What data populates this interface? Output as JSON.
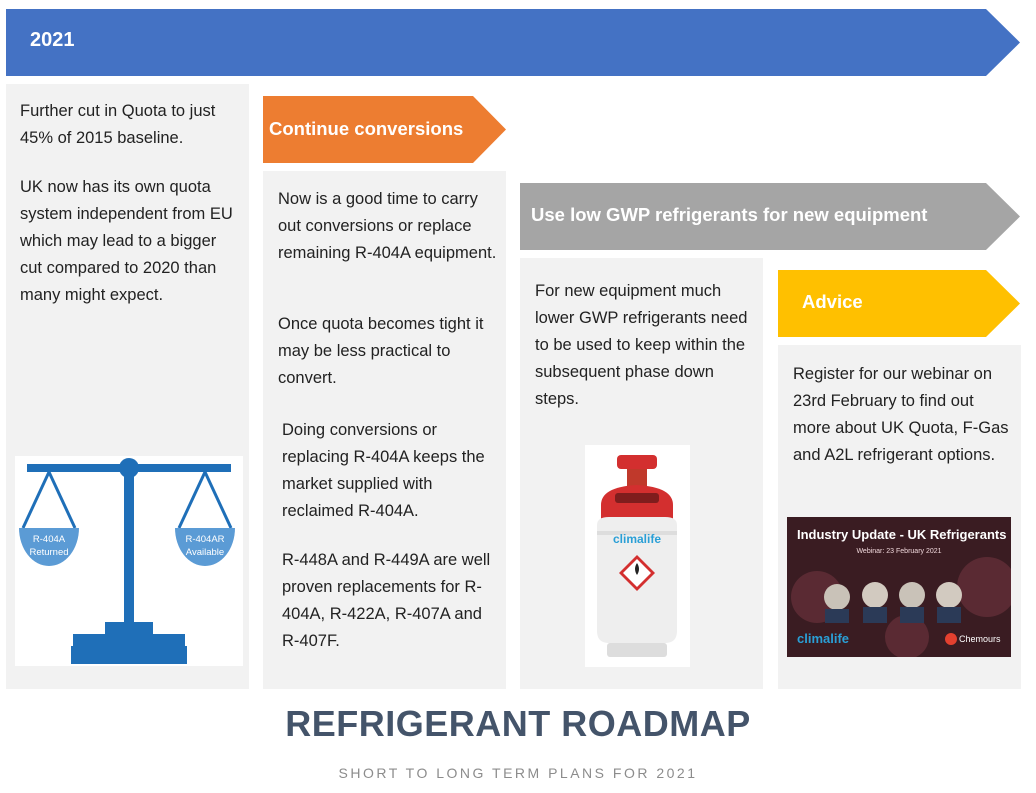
{
  "year_banner": {
    "label": "2021",
    "color": "#4472c4"
  },
  "column1": {
    "paragraphs": [
      "Further cut in Quota to just 45% of 2015 baseline.",
      "UK now has its own quota system independent from EU which may lead to a bigger cut compared to 2020 than many might expect."
    ],
    "scale": {
      "left_pan": [
        "R-404A",
        "Returned"
      ],
      "right_pan": [
        "R-404AR",
        "Available"
      ],
      "color": "#1f6fb8",
      "pan_color": "#5b9bd5"
    }
  },
  "column2": {
    "heading": "Continue conversions",
    "heading_color": "#ed7d31",
    "paragraphs": [
      "Now is a good time to carry out conversions or replace remaining R-404A equipment.",
      "Once quota becomes tight it may be less practical to convert.",
      "Doing conversions or replacing R-404A keeps the market supplied with reclaimed R-404A.",
      "R-448A and R-449A are well proven replacements for R-404A, R-422A, R-407A and R-407F."
    ]
  },
  "column3": {
    "heading": "Use low GWP refrigerants for new equipment",
    "heading_color": "#a5a5a5",
    "paragraphs": [
      "For new equipment much lower GWP refrigerants need to be used to keep within the subsequent phase down steps."
    ],
    "cylinder_brand": "climalife",
    "cylinder_color": "#d32f2f"
  },
  "column4": {
    "heading": "Advice",
    "heading_color": "#ffc000",
    "paragraphs": [
      "Register for our webinar on 23rd February to find out more about UK Quota, F-Gas and A2L refrigerant options."
    ],
    "webinar": {
      "title": "Industry Update - UK Refrigerants",
      "date_line": "Webinar: 23 February 2021",
      "left_logo": "climalife",
      "right_logo": "Chemours"
    }
  },
  "footer": {
    "title": "REFRIGERANT ROADMAP",
    "subtitle": "SHORT TO LONG TERM PLANS FOR 2021"
  }
}
